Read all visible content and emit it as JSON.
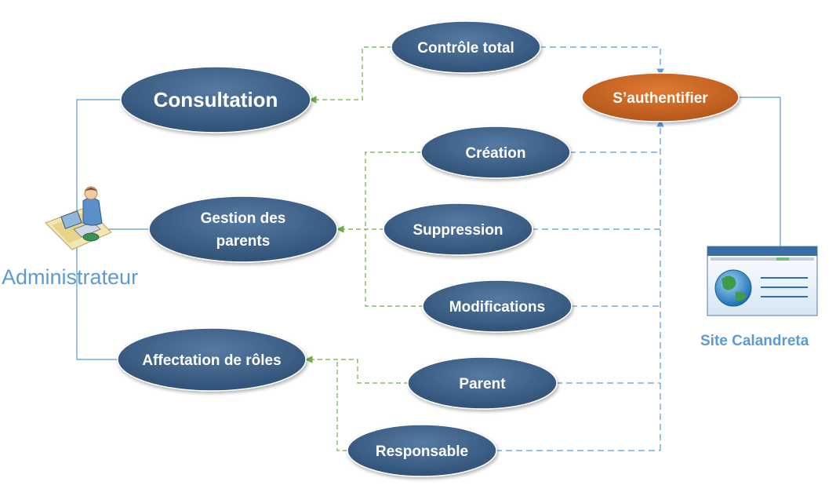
{
  "actors": {
    "admin": {
      "label": "Administrateur",
      "icon": "administrator-workstation-icon"
    },
    "site": {
      "label": "Site Calandreta",
      "icon": "website-globe-icon"
    }
  },
  "use_cases": {
    "consultation": "Consultation",
    "controle_total": "Contrôle total",
    "authentifier": "S’authentifier",
    "gestion_parents_line1": "Gestion des",
    "gestion_parents_line2": "parents",
    "creation": "Création",
    "suppression": "Suppression",
    "modifications": "Modifications",
    "affectation_roles": "Affectation de rôles",
    "parent": "Parent",
    "responsable": "Responsable"
  },
  "colors": {
    "use_case_fill": "#3e6188",
    "use_case_highlight": "#567aa2",
    "auth_fill": "#c8641e",
    "auth_highlight": "#e07a33",
    "actor_text": "#5b9bd5",
    "association_line": "#5b9bd5",
    "extend_arrow": "#70ad47",
    "include_arrow": "#5b9bd5"
  }
}
